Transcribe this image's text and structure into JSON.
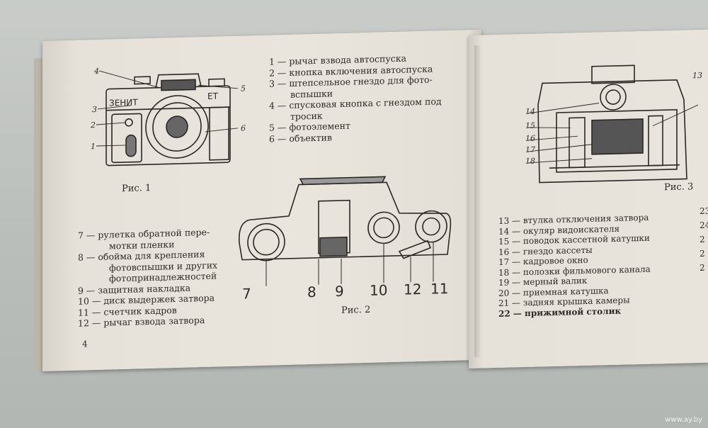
{
  "left_page": {
    "legend1": [
      "1 — рычаг взвода автоспуска",
      "2 — кнопка включения автоспуска",
      "3 — штепсельное гнездо для фото-",
      "вспышки",
      "4 — спусковая кнопка с гнездом под",
      "тросик",
      "5 — фотоэлемент",
      "6 — объектив"
    ],
    "legend2": [
      "7 — рулетка обратной пере-",
      "мотки пленки",
      "8 — обойма для крепления",
      "фотовспышки и других",
      "фотопринадлежностей",
      "9 — защитная накладка",
      "10 — диск выдержек затвора",
      "11 — счетчик кадров",
      "12 — рычаг взвода затвора"
    ],
    "fig1_caption": "Рис. 1",
    "fig2_caption": "Рис. 2",
    "page_number": "4",
    "camera_brand": "ЗЕНИТ",
    "camera_model": "ЕТ",
    "fig1_callouts": [
      "4",
      "3",
      "2",
      "1",
      "5",
      "6"
    ],
    "fig2_callouts": [
      "7",
      "8",
      "9",
      "10",
      "12",
      "11"
    ]
  },
  "right_page": {
    "fig3_caption": "Рис. 3",
    "fig3_callouts": [
      "14",
      "15",
      "16",
      "17",
      "18",
      "13"
    ],
    "legend3": [
      "13 — втулка отключения затвора",
      "14 — окуляр видоискателя",
      "15 — поводок кассетной катушки",
      "16 — гнездо кассеты",
      "17 — кадровое окно",
      "18 — полозки фильмового канала",
      "19 — мерный валик",
      "20 — приемная катушка",
      "21 — задняя крышка камеры",
      "22 — прижимной столик"
    ],
    "edge_numbers": [
      "23",
      "24",
      "2",
      "2",
      "2"
    ]
  },
  "watermark": "www.ay.by"
}
